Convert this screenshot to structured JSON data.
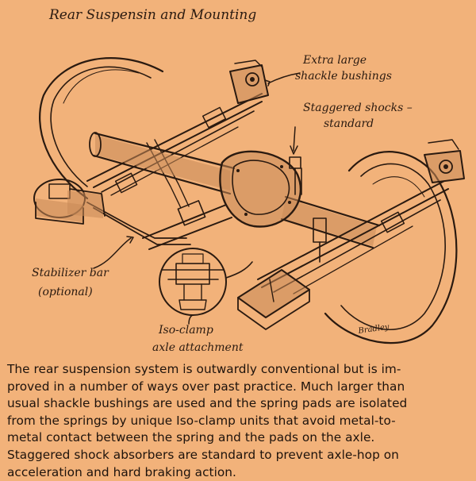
{
  "illustration": {
    "title": "Rear Suspensin and Mounting",
    "labels": {
      "shackle_line1": "Extra large",
      "shackle_line2": "shackle bushings",
      "shocks_line1": "Staggered shocks –",
      "shocks_line2": "standard",
      "stabilizer_line1": "Stabilizer bar",
      "stabilizer_line2": "(optional)",
      "isoclamp_line1": "Iso-clamp",
      "isoclamp_line2": "axle attachment",
      "signature": "Bradley"
    }
  },
  "caption": {
    "lines": [
      "The rear suspension system is outwardly conventional but is im-",
      "proved in a number of ways over past practice. Much larger than",
      "usual shackle bushings are used and the spring pads are isolated",
      "from the springs by unique Iso-clamp units that avoid metal-to-",
      "metal contact between the spring and the pads on the axle.",
      "Staggered shock absorbers are standard to prevent axle-hop on",
      "acceleration and hard braking action."
    ]
  },
  "colors": {
    "background": "#f2b27a",
    "ink": "#2a1a10"
  }
}
